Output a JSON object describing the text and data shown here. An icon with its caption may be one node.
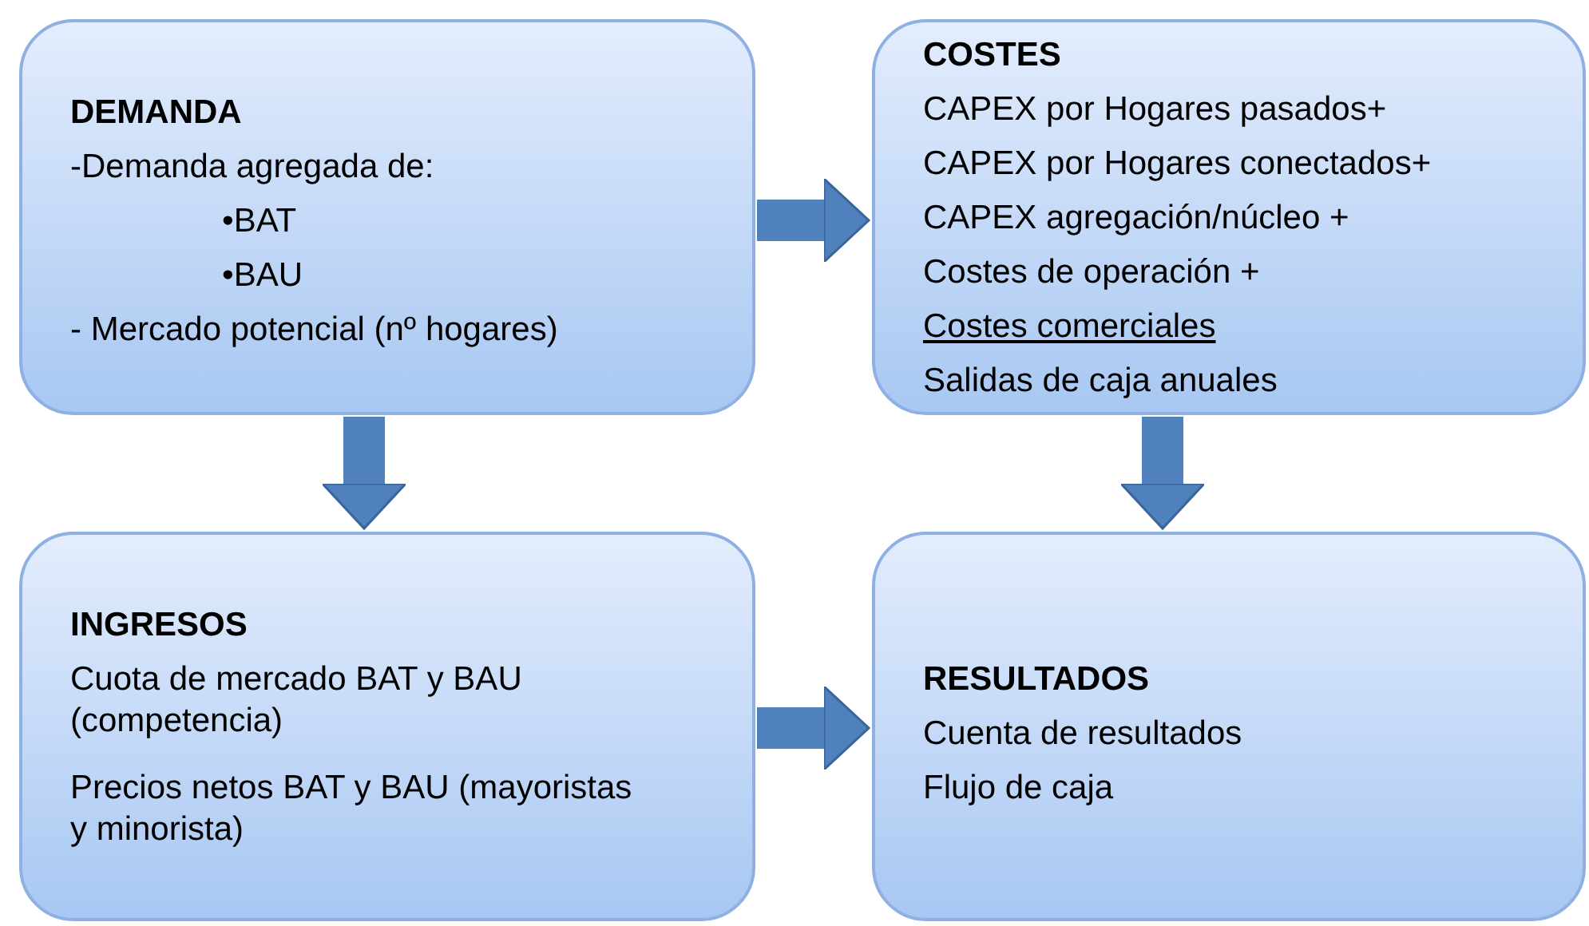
{
  "diagram": {
    "nodes": [
      {
        "text": [
          "DEMANDA",
          "-Demanda agregada de:",
          "•BAT",
          "•BAU",
          "- Mercado potencial (nº hogares)"
        ]
      },
      {
        "text": [
          "COSTES",
          "CAPEX por Hogares pasados+",
          "CAPEX por Hogares conectados+",
          "CAPEX  agregación/núcleo +",
          "Costes de operación +",
          "Costes comerciales",
          "Salidas de caja anuales"
        ]
      },
      {
        "text": [
          "INGRESOS",
          "Cuota de mercado BAT y BAU (competencia)",
          "Precios netos BAT y BAU (mayoristas y minorista)"
        ]
      },
      {
        "text": [
          "RESULTADOS",
          "Cuenta de resultados",
          "Flujo de caja"
        ]
      }
    ],
    "edges": [
      {
        "from": 0,
        "to": 1,
        "arrow": "to"
      },
      {
        "from": 0,
        "to": 2,
        "arrow": "to"
      },
      {
        "from": 1,
        "to": 3,
        "arrow": "to"
      },
      {
        "from": 2,
        "to": 3,
        "arrow": "to"
      }
    ]
  }
}
